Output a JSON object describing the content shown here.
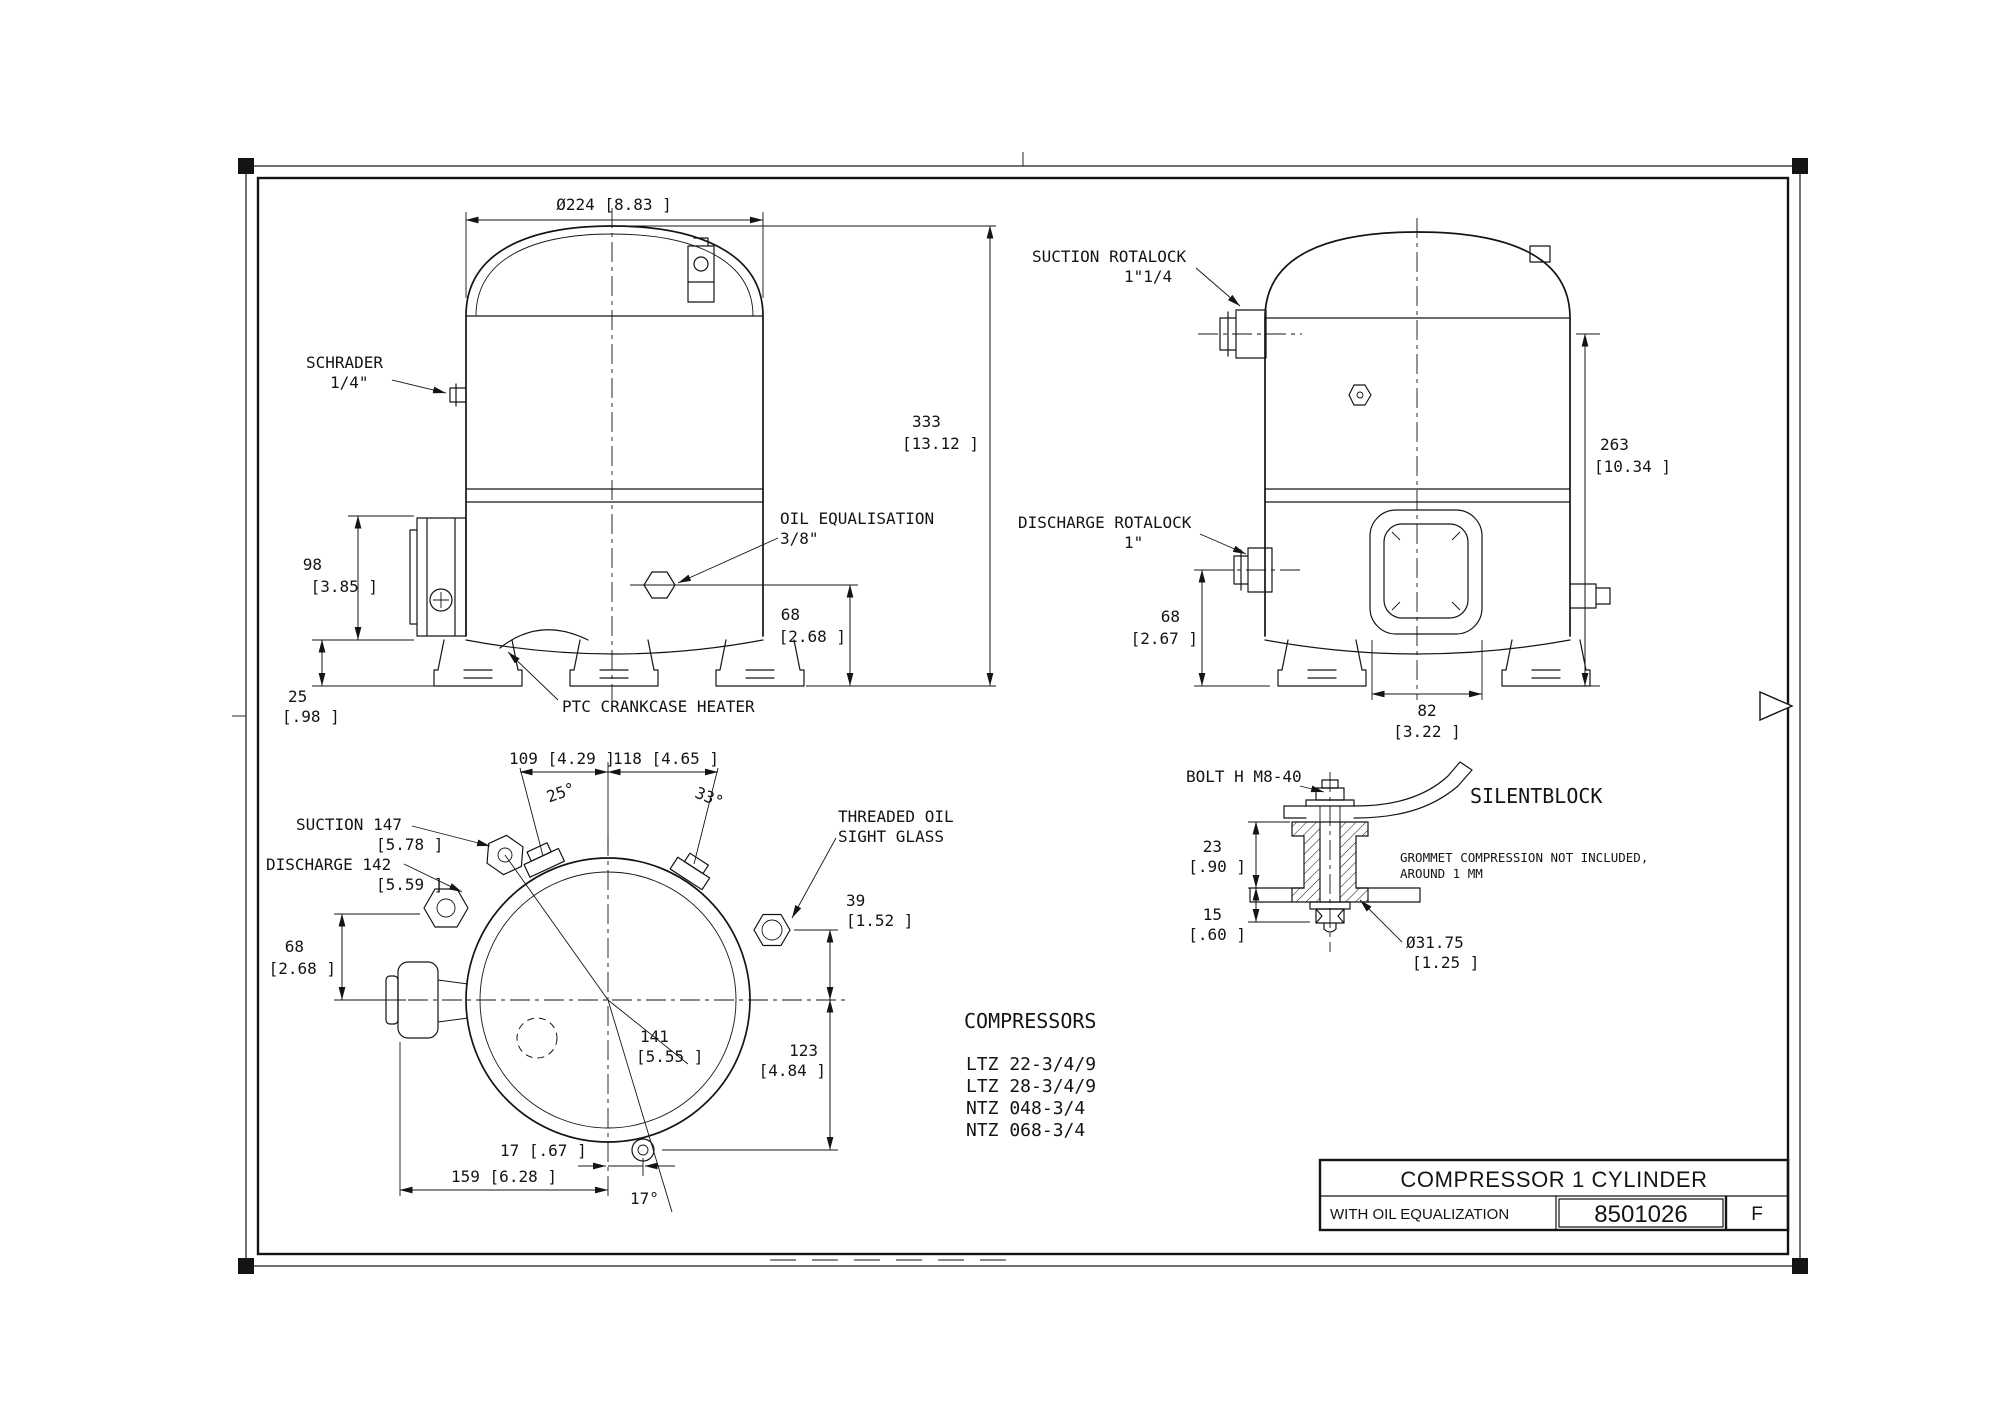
{
  "front_view": {
    "dim_diameter": "Ø224 [8.83 ]",
    "dim_height_mm": "333",
    "dim_height_in": "[13.12 ]",
    "schrader_line1": "SCHRADER",
    "schrader_line2": "1/4\"",
    "oil_eq_line1": "OIL EQUALISATION",
    "oil_eq_line2": "3/8\"",
    "dim_98_mm": "98",
    "dim_98_in": "[3.85 ]",
    "dim_25_mm": "25",
    "dim_25_in": "[.98 ]",
    "dim_68_mm": "68",
    "dim_68_in": "[2.68 ]",
    "ptc_label": "PTC CRANKCASE HEATER"
  },
  "side_view": {
    "suction_line1": "SUCTION ROTALOCK",
    "suction_line2": "1\"1/4",
    "discharge_line1": "DISCHARGE ROTALOCK",
    "discharge_line2": "1\"",
    "dim_263_mm": "263",
    "dim_263_in": "[10.34 ]",
    "dim_68_mm": "68",
    "dim_68_in": "[2.67 ]",
    "dim_82_mm": "82",
    "dim_82_in": "[3.22 ]"
  },
  "top_view": {
    "dim_109": "109 [4.29 ]",
    "dim_118": "118 [4.65 ]",
    "angle_25": "25°",
    "angle_33": "33°",
    "suction_dim": "SUCTION 147",
    "suction_dim_in": "[5.78 ]",
    "discharge_dim": "DISCHARGE 142",
    "discharge_dim_in": "[5.59 ]",
    "sight_glass_line1": "THREADED OIL",
    "sight_glass_line2": "SIGHT GLASS",
    "dim_68_mm": "68",
    "dim_68_in": "[2.68 ]",
    "dim_39_mm": "39",
    "dim_39_in": "[1.52 ]",
    "dim_141_mm": "141",
    "dim_141_in": "[5.55 ]",
    "dim_123_mm": "123",
    "dim_123_in": "[4.84 ]",
    "dim_17": "17 [.67 ]",
    "dim_159": "159 [6.28 ]",
    "angle_17": "17°"
  },
  "silentblock": {
    "bolt_label": "BOLT H M8-40",
    "title": "SILENTBLOCK",
    "dim_23_mm": "23",
    "dim_23_in": "[.90 ]",
    "dim_15_mm": "15",
    "dim_15_in": "[.60 ]",
    "grommet_note_line1": "GROMMET COMPRESSION NOT INCLUDED,",
    "grommet_note_line2": "AROUND 1 MM",
    "dim_diameter_mm": "Ø31.75",
    "dim_diameter_in": "[1.25 ]"
  },
  "compressor_list": {
    "heading": "COMPRESSORS",
    "models": [
      "LTZ 22-3/4/9",
      "LTZ 28-3/4/9",
      "NTZ 048-3/4",
      "NTZ 068-3/4"
    ]
  },
  "title_block": {
    "title": "COMPRESSOR 1 CYLINDER",
    "subtitle": "WITH OIL EQUALIZATION",
    "drawing_number": "8501026",
    "revision": "F"
  }
}
